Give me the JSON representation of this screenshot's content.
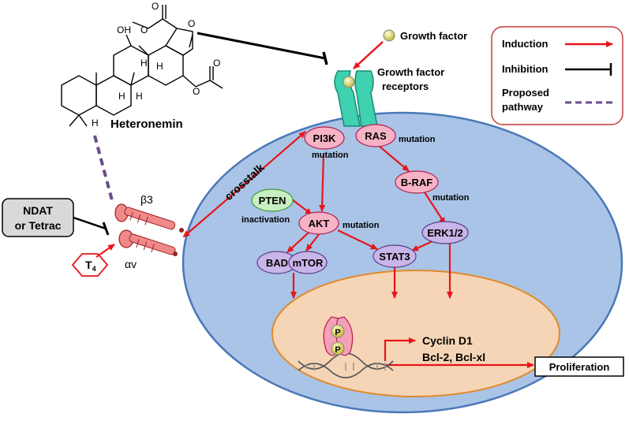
{
  "colors": {
    "induction": "#e8141b",
    "inhibition": "#000000",
    "proposed": "#6a4c8c",
    "cell_fill": "#a9c4e6",
    "cell_stroke": "#4a78b8",
    "nucleus_fill": "#f6d5b6",
    "nucleus_stroke": "#e08a2c",
    "pink_node": "#f7b3c6",
    "purple_node": "#c8b6e8",
    "green_node": "#c8efc2",
    "receptor": "#3fd1b0"
  },
  "compound": {
    "name": "Heteronemin",
    "labels": {
      "oh": "OH",
      "h1": "H",
      "h2": "H",
      "h3": "H",
      "h4": "H",
      "h5": "H"
    }
  },
  "ligand": {
    "growth_factor": "Growth factor"
  },
  "receptor": {
    "label_line1": "Growth factor",
    "label_line2": "receptors"
  },
  "legend": {
    "induction": "Induction",
    "inhibition": "Inhibition",
    "proposed_line1": "Proposed",
    "proposed_line2": "pathway"
  },
  "nodes": {
    "pi3k": "PI3K",
    "ras": "RAS",
    "braf": "B-RAF",
    "pten": "PTEN",
    "akt": "AKT",
    "erk": "ERK1/2",
    "bad": "BAD",
    "mtor": "mTOR",
    "stat3": "STAT3"
  },
  "annotations": {
    "pi3k_mutation": "mutation",
    "ras_mutation": "mutation",
    "braf_mutation": "mutation",
    "akt_mutation": "mutation",
    "pten_inactivation": "inactivation",
    "crosstalk": "crosstalk"
  },
  "integrin": {
    "beta": "β3",
    "alpha": "αv"
  },
  "inhibitor_box": {
    "line1": "NDAT",
    "line2": "or Tetrac"
  },
  "t4": {
    "main": "T",
    "sub": "4"
  },
  "nucleus": {
    "phospho": "P",
    "cyclin": "Cyclin D1",
    "bcl": "Bcl-2, Bcl-xl"
  },
  "outcome": {
    "proliferation": "Proliferation"
  }
}
